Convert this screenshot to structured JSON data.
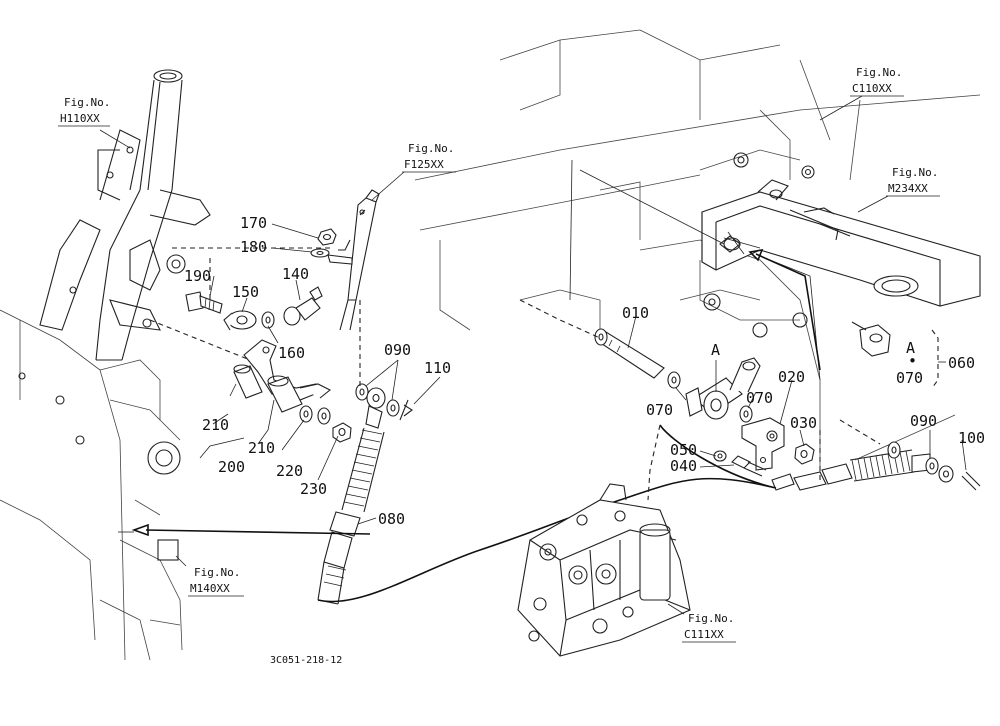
{
  "figure": {
    "drawing_code": "3C051-218-12",
    "part_numbers": {
      "p010": "010",
      "p020": "020",
      "p030": "030",
      "p040": "040",
      "p050": "050",
      "p060": "060",
      "p070a": "070",
      "p070b": "070",
      "p070c": "070",
      "p080": "080",
      "p090a": "090",
      "p090b": "090",
      "p100": "100",
      "p110": "110",
      "p140": "140",
      "p150": "150",
      "p160": "160",
      "p170": "170",
      "p180": "180",
      "p190": "190",
      "p200": "200",
      "p210a": "210",
      "p210b": "210",
      "p220": "220",
      "p230": "230"
    },
    "detail_marks": {
      "a1": "A",
      "a2": "A",
      "dot": "•"
    },
    "fig_refs": [
      {
        "label": "Fig.No.",
        "code": "H110XX"
      },
      {
        "label": "Fig.No.",
        "code": "F125XX"
      },
      {
        "label": "Fig.No.",
        "code": "C110XX"
      },
      {
        "label": "Fig.No.",
        "code": "M234XX"
      },
      {
        "label": "Fig.No.",
        "code": "M140XX"
      },
      {
        "label": "Fig.No.",
        "code": "C111XX"
      }
    ]
  }
}
